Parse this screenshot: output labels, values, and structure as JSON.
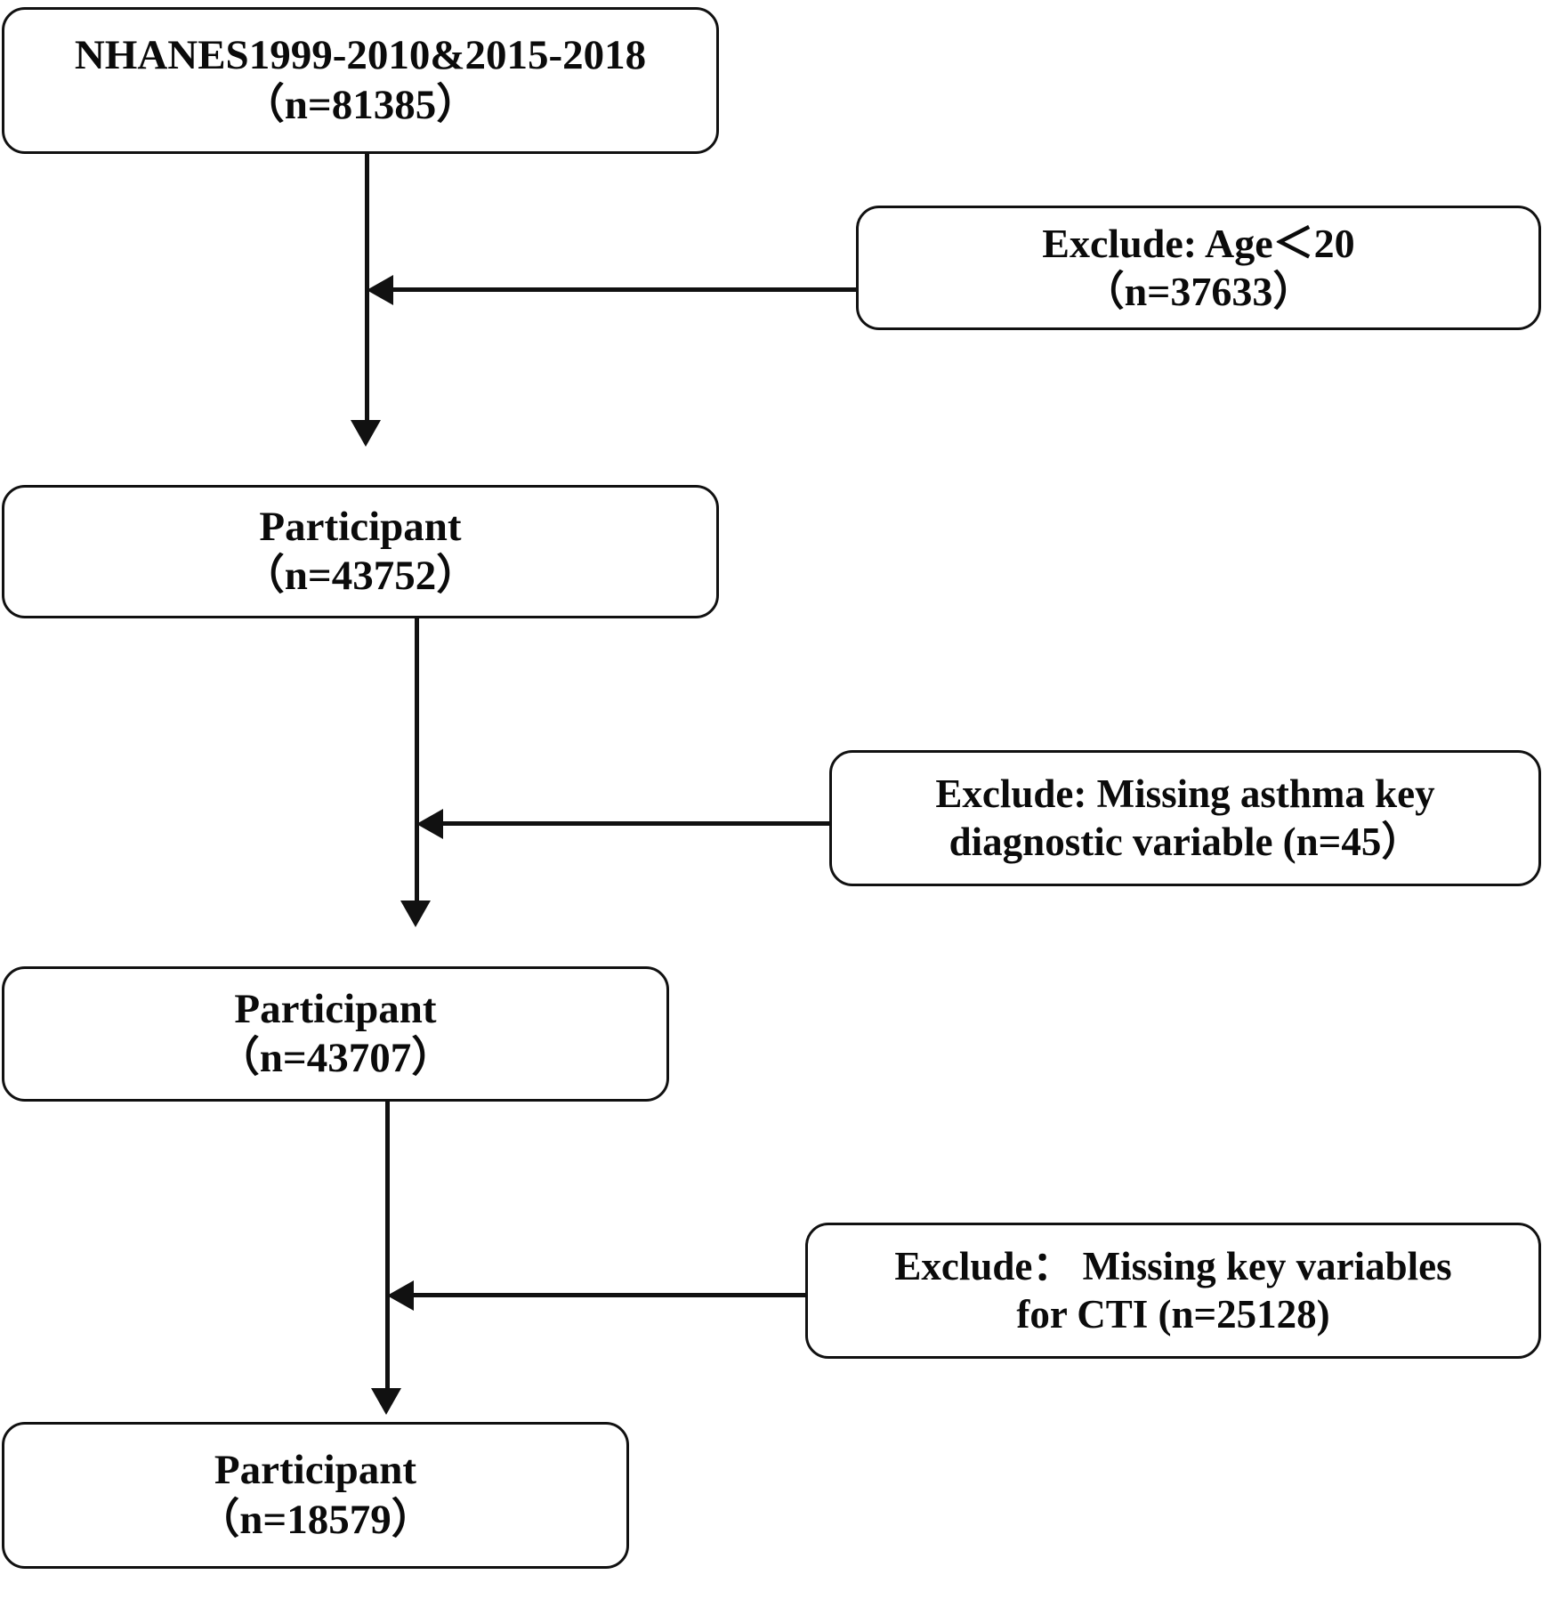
{
  "figure": {
    "type": "flowchart",
    "orientation": "vertical",
    "description": "Participant selection flow diagram",
    "background_color": "#ffffff",
    "line_color": "#111111",
    "text_color": "#0b0b0b"
  },
  "nodes": {
    "source": {
      "id": "source",
      "kind": "start",
      "line1": "NHANES1999-2010&2015-2018",
      "line2": "（n=81385）",
      "count": 81385
    },
    "exclude_age": {
      "id": "exclude-age",
      "kind": "exclusion",
      "line1": "Exclude: Age＜20",
      "line2": "（n=37633）",
      "count": 37633
    },
    "participant_1": {
      "id": "participant-1",
      "kind": "cohort",
      "line1": "Participant",
      "line2": "（n=43752）",
      "count": 43752
    },
    "exclude_asthma": {
      "id": "exclude-asthma",
      "kind": "exclusion",
      "line1": "Exclude: Missing asthma key",
      "line2": "diagnostic variable (n=45）",
      "count": 45
    },
    "participant_2": {
      "id": "participant-2",
      "kind": "cohort",
      "line1": "Participant",
      "line2": "（n=43707）",
      "count": 43707
    },
    "exclude_cti": {
      "id": "exclude-cti",
      "kind": "exclusion",
      "line1": "Exclude： Missing key variables",
      "line2": "for CTI (n=25128)",
      "count": 25128
    },
    "participant_3": {
      "id": "participant-3",
      "kind": "cohort",
      "line1": "Participant",
      "line2": "（n=18579）",
      "count": 18579
    }
  },
  "connectors": [
    {
      "from": "source",
      "to": "participant_1",
      "direction": "down",
      "arrow": "down-arrow-1"
    },
    {
      "from": "exclude_age",
      "to": "flow-stem-1",
      "direction": "left",
      "arrow": "left-arrow-1"
    },
    {
      "from": "participant_1",
      "to": "participant_2",
      "direction": "down",
      "arrow": "down-arrow-2"
    },
    {
      "from": "exclude_asthma",
      "to": "flow-stem-2",
      "direction": "left",
      "arrow": "left-arrow-2"
    },
    {
      "from": "participant_2",
      "to": "participant_3",
      "direction": "down",
      "arrow": "down-arrow-3"
    },
    {
      "from": "exclude_cti",
      "to": "flow-stem-3",
      "direction": "left",
      "arrow": "left-arrow-3"
    }
  ]
}
